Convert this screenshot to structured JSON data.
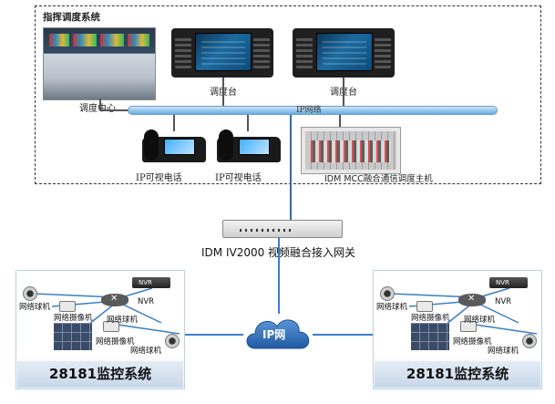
{
  "system_title": "指挥调度系统",
  "dispatch_center_label": "调度中心",
  "ip_network_bus_label": "IP网络",
  "consoles": [
    {
      "label": "调度台"
    },
    {
      "label": "调度台"
    }
  ],
  "phones": [
    {
      "label": "IP可视电话"
    },
    {
      "label": "IP可视电话"
    }
  ],
  "mcc_host_label": "IDM MCC融合通信调度主机",
  "gateway_label": "IDM IV2000 视频融合接入网关",
  "cloud_label": "IP网",
  "monitoring_systems": [
    {
      "title": "28181监控系统",
      "nvr_label": "NVR",
      "nvr_label_small": "NVR",
      "labels": [
        "网络球机",
        "网络摄像机",
        "网络球机",
        "网络摄像机",
        "网络球机"
      ]
    },
    {
      "title": "28181监控系统",
      "nvr_label": "NVR",
      "nvr_label_small": "NVR",
      "labels": [
        "网络球机",
        "网络摄像机",
        "网络球机",
        "网络摄像机",
        "网络球机"
      ]
    }
  ],
  "colors": {
    "bus_blue": "#8fc3ea",
    "link_blue": "#3a7fc4",
    "cloud_blue": "#2e6bb5",
    "footer_bg": "#d6e2ef"
  }
}
